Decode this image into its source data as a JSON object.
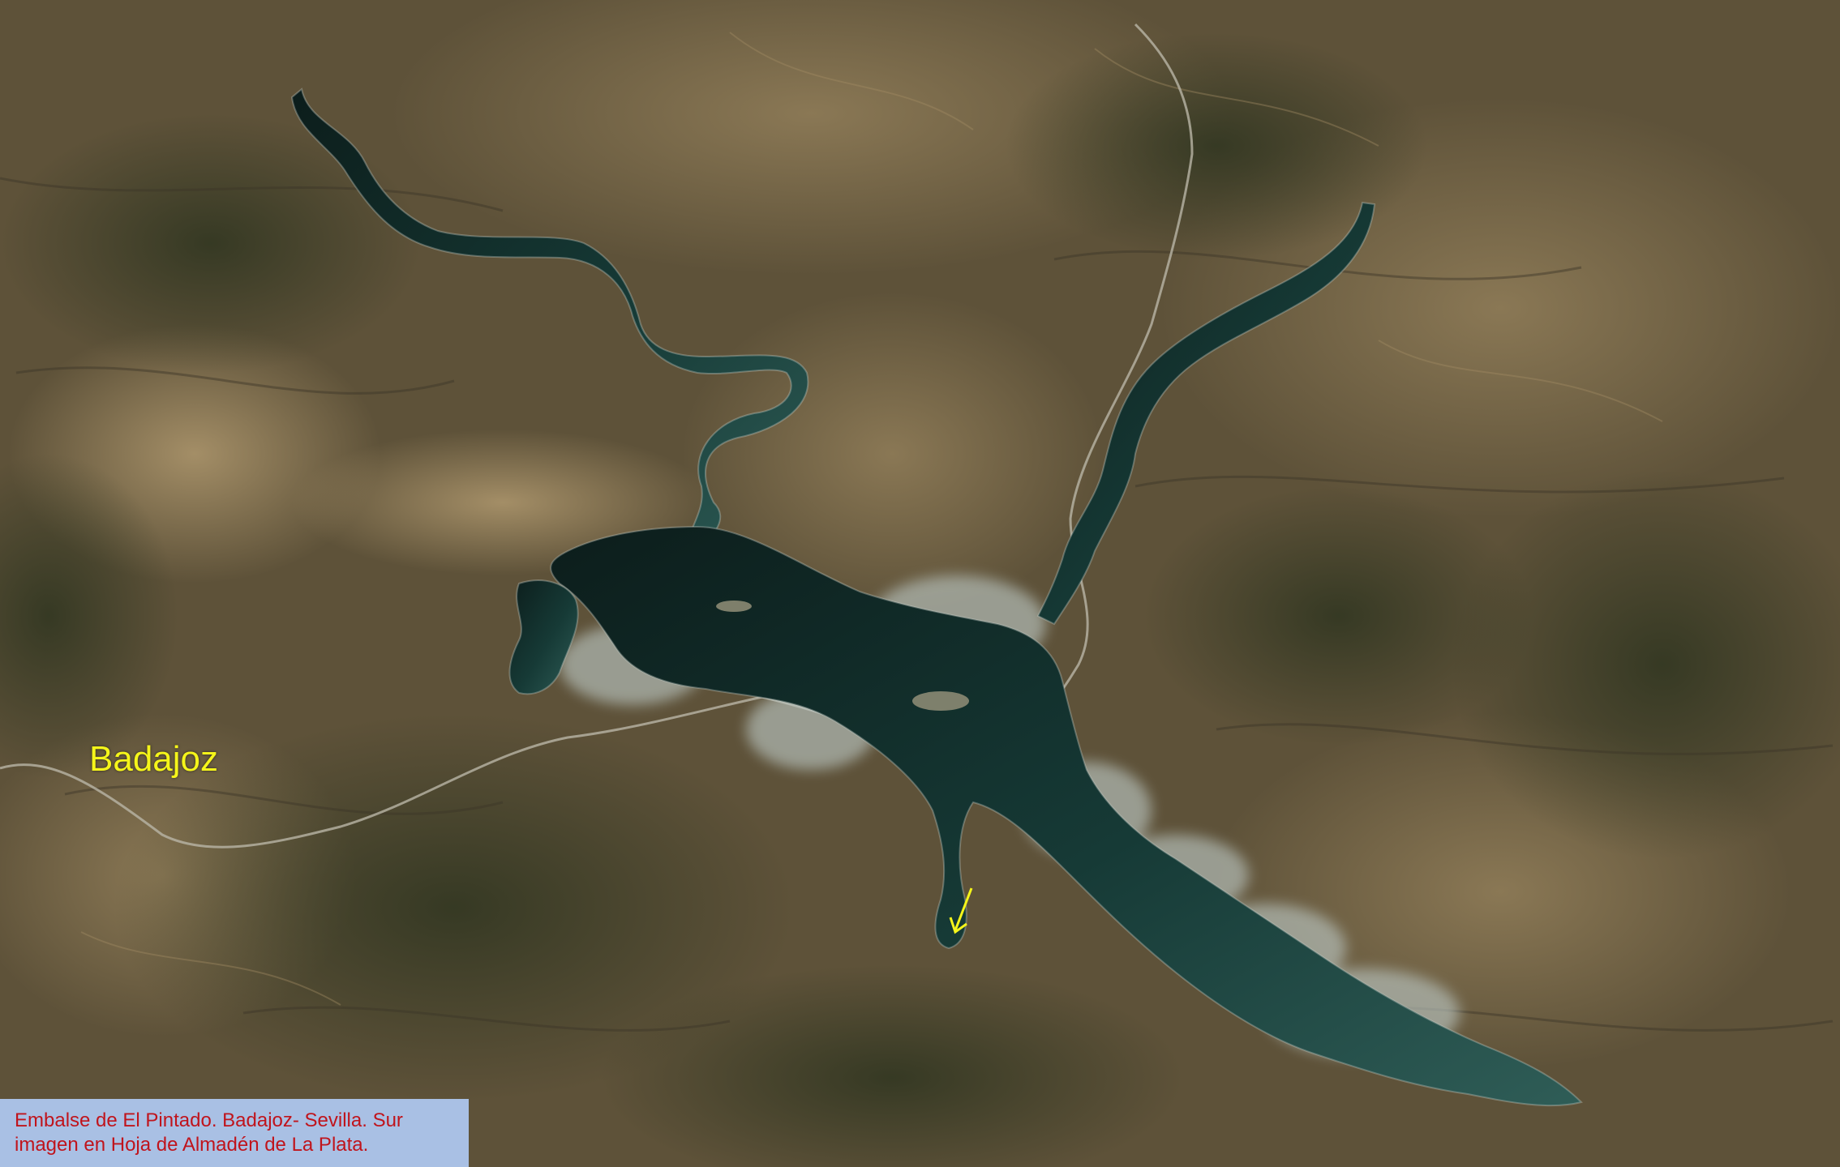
{
  "map": {
    "place_label": "Badajoz",
    "caption": {
      "line1": "Embalse de El Pintado. Badajoz- Sevilla. Sur",
      "line2": "imagen en Hoja de Almadén de La Plata."
    },
    "colors": {
      "terrain_light": "#8c7a55",
      "terrain_dark": "#4a4230",
      "vegetation": "#3b4128",
      "water": "#0e2421",
      "water_light": "#2f5d57",
      "shore_highlight": "#b9c4c0",
      "label": "#f5f51a",
      "caption_bg": "#a9c0e4",
      "caption_text": "#c0141c"
    },
    "marker": {
      "icon": "arrow-down-left-icon",
      "color": "#f5f51a"
    }
  }
}
